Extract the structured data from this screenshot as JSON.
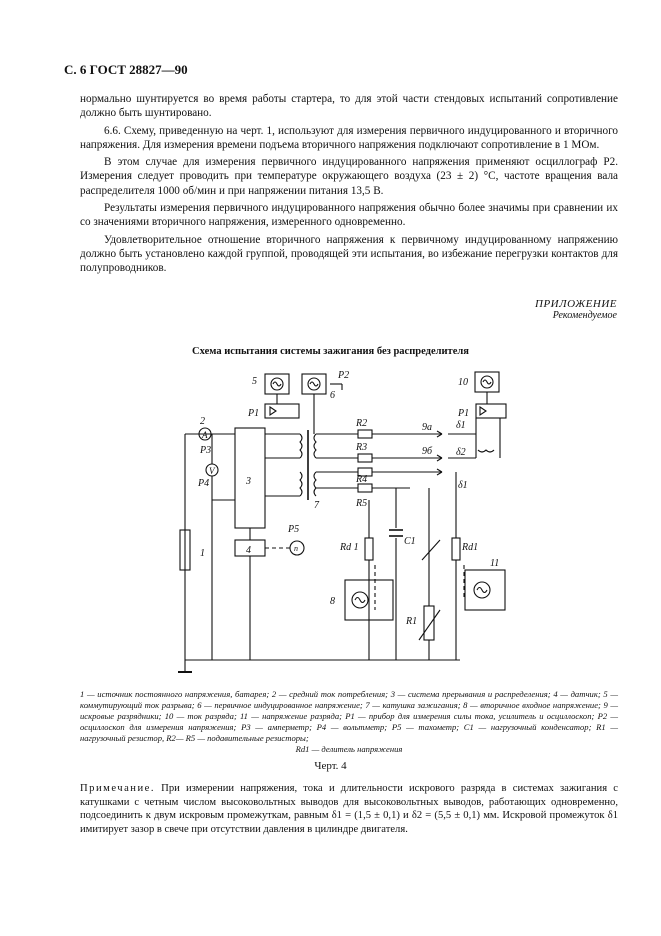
{
  "header": "С. 6 ГОСТ 28827—90",
  "paragraphs": [
    "нормально шунтируется во время работы стартера, то для этой части стендовых испытаний сопротивление должно быть шунтировано.",
    "6.6. Схему, приведенную на черт. 1, используют для измерения первичного индуцированного и вторичного напряжения. Для измерения времени подъема вторичного напряжения подключают сопротивление в 1 МОм.",
    "В этом случае для измерения первичного индуцированного напряжения применяют осциллограф Р2. Измерения следует проводить при температуре окружающего воздуха (23 ± 2) °С, частоте вращения вала распределителя 1000 об/мин и при напряжении питания 13,5 В.",
    "Результаты измерения первичного индуцированного напряжения обычно более значимы при сравнении их со значениями вторичного напряжения, измеренного одновременно.",
    "Удовлетворительное отношение вторичного напряжения к первичному индуцированному напряжению должно быть установлено каждой группой, проводящей эти испытания, во избежание перегрузки контактов для полупроводников."
  ],
  "appendix": {
    "title": "ПРИЛОЖЕНИЕ",
    "subtitle": "Рекомендуемое"
  },
  "scheme_title": "Схема испытания системы зажигания без распределителя",
  "diagram_labels": {
    "n5": "5",
    "n6": "6",
    "p2": "P2",
    "n10": "10",
    "p1a": "P1",
    "p1b": "P1",
    "n2": "2",
    "p3": "P3",
    "p4": "P4",
    "n3": "3",
    "n4": "4",
    "p5": "P5",
    "n1": "1",
    "n7": "7",
    "r2": "R2",
    "r3": "R3",
    "r4": "R4",
    "r5": "R5",
    "n9a": "9а",
    "n9b": "9б",
    "d1a": "δ1",
    "d2": "δ2",
    "d1b": "δ1",
    "rd1a": "Rd 1",
    "rd1b": "Rd1",
    "c1": "C1",
    "n8": "8",
    "n11": "11",
    "r1": "R1",
    "A": "A",
    "V": "V",
    "n": "n"
  },
  "legend_text": "1 — источник постоянного напряжения, батарея; 2 — средний ток потребления; 3 — система прерывания и распределения; 4 — датчик; 5 — коммутирующий ток разрыва; 6 — первичное индуцированное напряжение; 7 — катушка зажигания; 8 — вторичное входное напряжение; 9 — искровые разрядники; 10 — ток разряда; 11 — напряжение разряда; P1 — прибор для измерения силы тока, усилитель и осциллоскоп; P2 — осциллоскоп для измерения напряжения; P3 — амперметр; P4 — вольтметр; P5 — тахометр; C1 — нагрузочный конденсатор; R1 — нагрузочный резистор, R2— R5 — подавительные резисторы;",
  "legend_last": "Rd1 — делитель напряжения",
  "figure_caption": "Черт. 4",
  "note_lead": "Примечание.",
  "note_text": "При измерении напряжения, тока и длительности искрового разряда в системах зажигания с катушками с четным числом высоковольтных выводов для высоковольтных выводов, работающих одновременно, подсоединить к двум искровым промежуткам, равным δ1 = (1,5 ± 0,1) и δ2 = (5,5 ± 0,1) мм. Искровой промежуток δ1 имитирует зазор в свече при отсутствии давления в цилиндре двигателя."
}
